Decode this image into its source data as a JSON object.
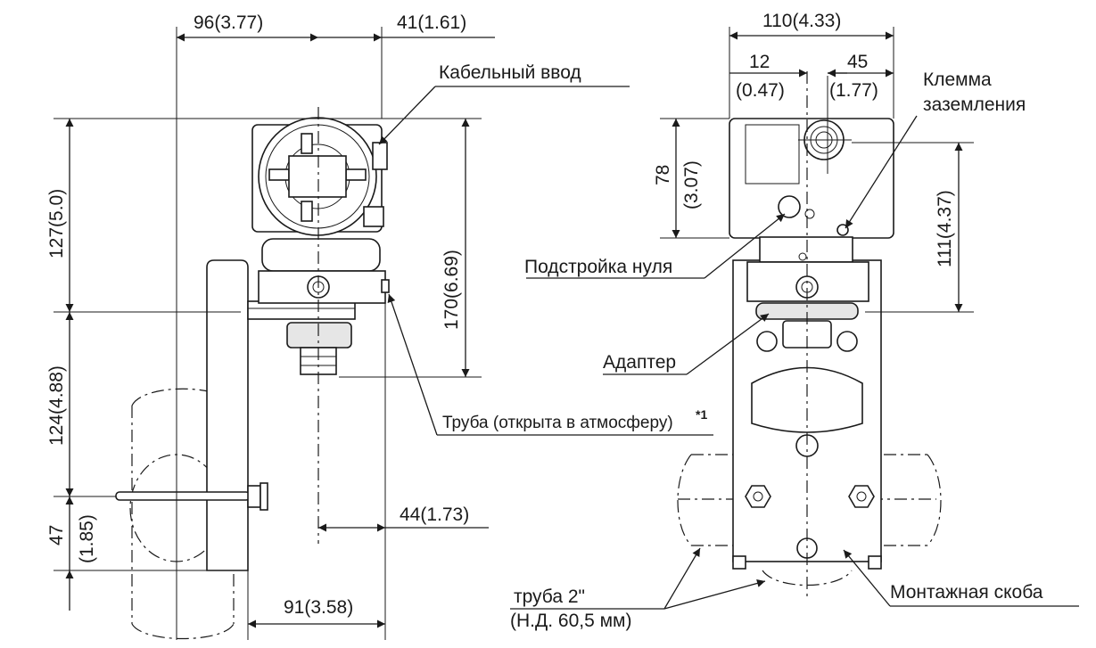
{
  "left_view": {
    "dims": {
      "top_left": "96(3.77)",
      "top_right": "41(1.61)",
      "height_upper": "127(5.0)",
      "height_lower": "124(4.88)",
      "height_bottom_a": "47",
      "height_bottom_b": "(1.85)",
      "height_total": "170(6.69)",
      "offset_mid": "44(1.73)",
      "offset_bottom": "91(3.58)"
    },
    "labels": {
      "cable_entry": "Кабельный ввод",
      "vent_pipe": "Труба (открыта в атмосферу)",
      "vent_note": "*1"
    }
  },
  "right_view": {
    "dims": {
      "width_total": "110(4.33)",
      "w12_a": "12",
      "w12_b": "(0.47)",
      "w45_a": "45",
      "w45_b": "(1.77)",
      "h78_a": "78",
      "h78_b": "(3.07)",
      "h111": "111(4.37)"
    },
    "labels": {
      "ground_a": "Клемма",
      "ground_b": "заземления",
      "zero_adj": "Подстройка нуля",
      "adapter": "Адаптер",
      "pipe_a": "труба 2\"",
      "pipe_b": "(Н.Д. 60,5 мм)",
      "bracket": "Монтажная скоба"
    }
  }
}
